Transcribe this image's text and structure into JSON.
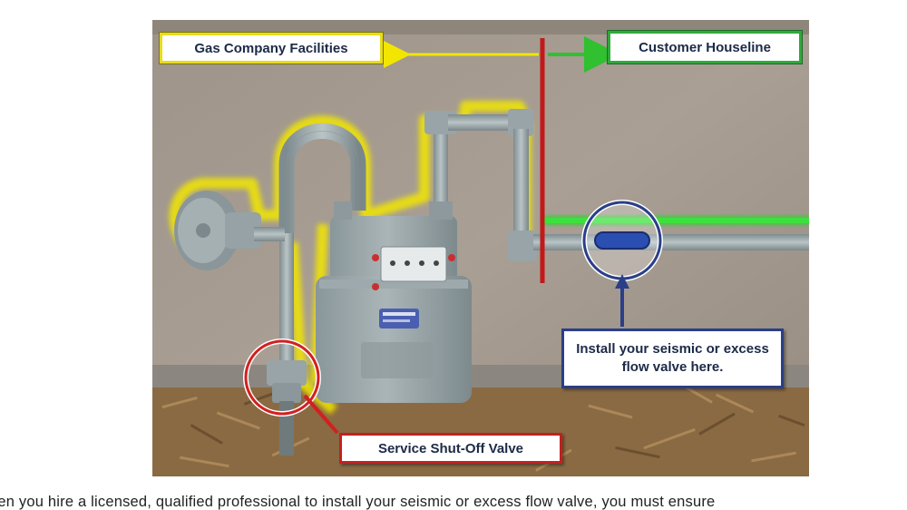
{
  "labels": {
    "gas_company": "Gas Company Facilities",
    "customer_houseline": "Customer Houseline",
    "install_valve": "Install your seismic or excess flow valve here.",
    "shutoff_valve": "Service Shut-Off Valve"
  },
  "caption": "hen you hire a licensed, qualified professional to install your seismic or excess flow valve, you must ensure",
  "colors": {
    "gas_company_outline": "#f2e600",
    "houseline_outline": "#30c030",
    "divider": "#c41818",
    "callout_blue": "#2a3f88",
    "shutoff_red": "#c42020"
  }
}
